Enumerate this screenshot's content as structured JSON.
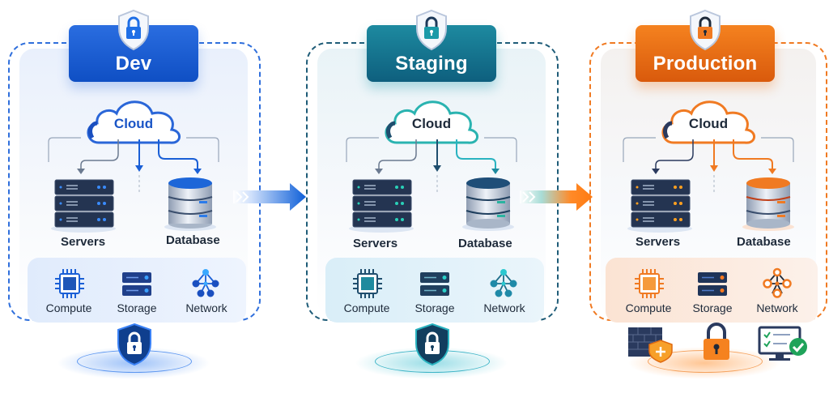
{
  "stages": [
    {
      "id": "dev",
      "title": "Dev",
      "cloud_label": "Cloud",
      "servers_label": "Servers",
      "database_label": "Database",
      "infra": [
        {
          "label": "Compute",
          "icon": "cpu-chip-icon"
        },
        {
          "label": "Storage",
          "icon": "storage-server-icon"
        },
        {
          "label": "Network",
          "icon": "network-nodes-icon"
        }
      ],
      "colors": {
        "accent": "#2f6fdc",
        "header_top": "#2a6de0",
        "header_bottom": "#0f4fc4",
        "tint": "#eaf1fd",
        "infra_bg": "#e3edfc",
        "highlight": "#1a5fd6"
      }
    },
    {
      "id": "staging",
      "title": "Staging",
      "cloud_label": "Cloud",
      "servers_label": "Servers",
      "database_label": "Database",
      "infra": [
        {
          "label": "Compute",
          "icon": "cpu-chip-icon"
        },
        {
          "label": "Storage",
          "icon": "storage-server-icon"
        },
        {
          "label": "Network",
          "icon": "network-nodes-icon"
        }
      ],
      "colors": {
        "accent": "#1f5c78",
        "header_top": "#1d8aa0",
        "header_bottom": "#0e5f7e",
        "tint": "#e8f3f7",
        "infra_bg": "#dff0f8",
        "highlight": "#1aa6b6"
      }
    },
    {
      "id": "production",
      "title": "Production",
      "cloud_label": "Cloud",
      "servers_label": "Servers",
      "database_label": "Database",
      "infra": [
        {
          "label": "Compute",
          "icon": "cpu-chip-icon"
        },
        {
          "label": "Storage",
          "icon": "storage-server-icon"
        },
        {
          "label": "Network",
          "icon": "network-nodes-icon"
        }
      ],
      "bottom_icons": [
        "firewall-shield-icon",
        "padlock-icon",
        "monitor-checklist-icon"
      ],
      "colors": {
        "accent": "#f07a22",
        "header_top": "#f5821f",
        "header_bottom": "#d95a0c",
        "tint": "#f5f1ee",
        "infra_bg": "#fbe8dc",
        "highlight": "#f07a22"
      }
    }
  ],
  "transitions": [
    {
      "from": "Dev",
      "to": "Staging",
      "color_start": "#cfe0fb",
      "color_end": "#0e5fd8"
    },
    {
      "from": "Staging",
      "to": "Production",
      "color_start": "#bfe6e4",
      "color_end": "#ff7a10"
    }
  ]
}
